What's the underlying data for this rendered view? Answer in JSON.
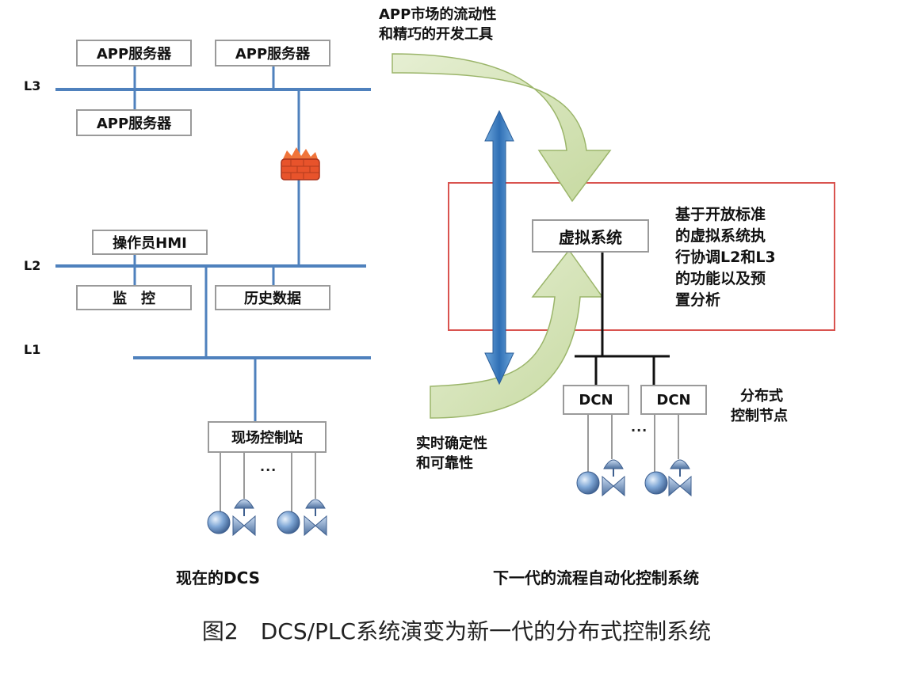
{
  "left": {
    "levels": {
      "l3": "L3",
      "l2": "L2",
      "l1": "L1"
    },
    "app_server_1": "APP服务器",
    "app_server_2": "APP服务器",
    "app_server_3": "APP服务器",
    "operator_hmi": "操作员HMI",
    "monitor": "监　控",
    "history_data": "历史数据",
    "field_station": "现场控制站",
    "ellipsis": "···",
    "caption": "现在的DCS"
  },
  "right": {
    "top_note": [
      "APP市场的流动性",
      "和精巧的开发工具"
    ],
    "virtual_system": "虚拟系统",
    "box_note": [
      "基于开放标准",
      "的虚拟系统执",
      "行协调L2和L3",
      "的功能以及预",
      "置分析"
    ],
    "dcn_1": "DCN",
    "dcn_2": "DCN",
    "dcn_note": [
      "分布式",
      "控制节点"
    ],
    "bottom_note": [
      "实时确定性",
      "和可靠性"
    ],
    "ellipsis": "···",
    "caption": "下一代的流程自动化控制系统"
  },
  "figure_caption": "图2　DCS/PLC系统演变为新一代的分布式控制系统",
  "colors": {
    "bus_line": "#4f81bd",
    "highlight_frame": "#d9534f",
    "curved_arrow_fill": "#d7e4bd",
    "double_arrow": "#3f7fc1"
  }
}
